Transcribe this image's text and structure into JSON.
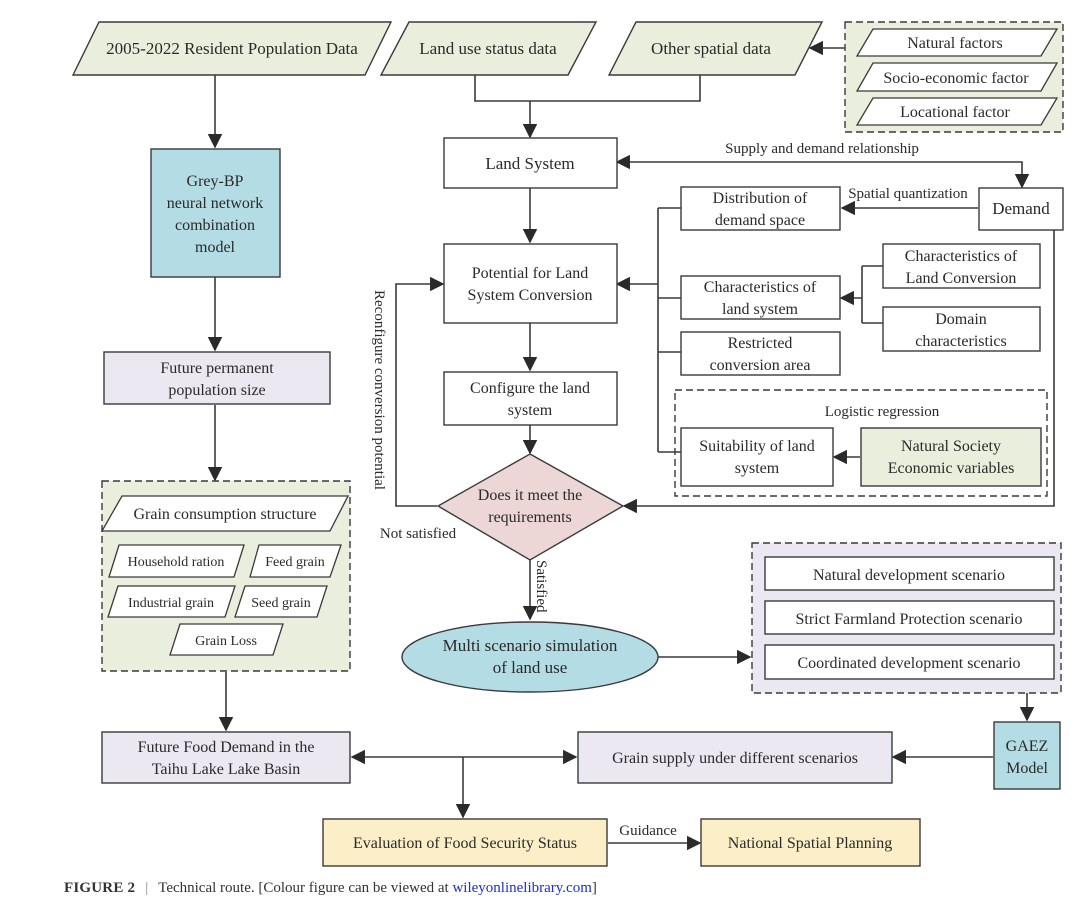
{
  "colors": {
    "green_fill": "#e9efdc",
    "blue_fill": "#b4dce4",
    "lavender_fill": "#ebe8f2",
    "pink_fill": "#ecd6d6",
    "yellow_fill": "#fcefc8",
    "stroke": "#3a3a3a",
    "link": "#1a33c8"
  },
  "inputs": {
    "population_data": "2005-2022 Resident Population Data",
    "land_use_status": "Land use status data",
    "other_spatial": "Other spatial data",
    "factors": [
      "Natural factors",
      "Socio-economic factor",
      "Locational factor"
    ]
  },
  "left_branch": {
    "grey_bp": [
      "Grey-BP",
      "neural network",
      "combination",
      "model"
    ],
    "future_population": [
      "Future permanent",
      "population size"
    ],
    "grain_structure": {
      "title": "Grain consumption structure",
      "items": [
        "Household ration",
        "Feed grain",
        "Industrial grain",
        "Seed grain",
        "Grain Loss"
      ]
    },
    "future_food_demand": [
      "Future Food Demand in the",
      "Taihu Lake Lake Basin"
    ]
  },
  "center": {
    "land_system": "Land System",
    "supply_demand_label": "Supply and demand relationship",
    "potential": [
      "Potential for Land",
      "System Conversion"
    ],
    "configure": [
      "Configure the land",
      "system"
    ],
    "decision": [
      "Does it meet the",
      "requirements"
    ],
    "not_satisfied": "Not satisfied",
    "satisfied": "Satisfied",
    "reconfigure_label": "Reconfigure conversion potential",
    "simulation": [
      "Multi scenario simulation",
      "of land use"
    ]
  },
  "right_branch": {
    "demand": "Demand",
    "spatial_quantization": "Spatial quantization",
    "distribution": [
      "Distribution of",
      "demand space"
    ],
    "char_land_system": [
      "Characteristics of",
      "land system"
    ],
    "char_land_conversion": [
      "Characteristics of",
      "Land Conversion"
    ],
    "domain_char": [
      "Domain",
      "characteristics"
    ],
    "restricted": [
      "Restricted",
      "conversion area"
    ],
    "logistic_regression": "Logistic regression",
    "suitability": [
      "Suitability of land",
      "system"
    ],
    "natural_society": [
      "Natural Society",
      "Economic variables"
    ]
  },
  "scenarios": [
    "Natural development scenario",
    "Strict Farmland Protection scenario",
    "Coordinated development scenario"
  ],
  "bottom": {
    "gaez": [
      "GAEZ",
      "Model"
    ],
    "grain_supply": "Grain supply under different scenarios",
    "evaluation": "Evaluation of Food Security Status",
    "guidance": "Guidance",
    "national_planning": "National Spatial Planning"
  },
  "caption": {
    "figure": "FIGURE 2",
    "separator": "|",
    "text": "Technical route. [Colour figure can be viewed at ",
    "link": "wileyonlinelibrary.com",
    "close": "]"
  }
}
